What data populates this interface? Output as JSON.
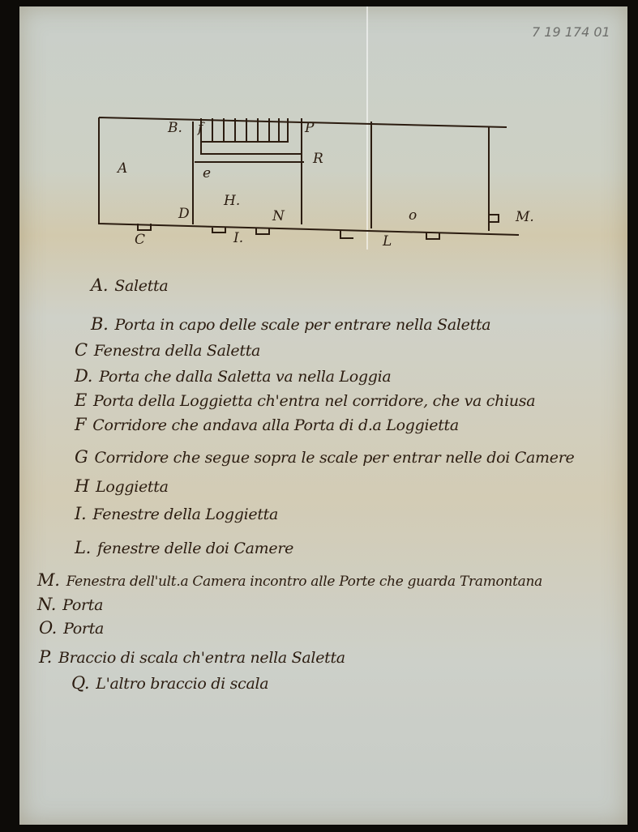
{
  "archive_number": "7 19 174 01",
  "plan_labels": {
    "A": "A",
    "B": "B.",
    "F": "f",
    "P": "P",
    "Q": "R",
    "E": "e",
    "H": "H.",
    "D": "D",
    "N": "N",
    "C": "C",
    "I": "I.",
    "O": "o",
    "L": "L",
    "M": "M."
  },
  "legend": [
    {
      "key": "A.",
      "text": "Saletta"
    },
    {
      "key": "B.",
      "text": "Porta in capo delle scale per entrare nella Saletta"
    },
    {
      "key": "C",
      "text": "Fenestra della Saletta"
    },
    {
      "key": "D.",
      "text": "Porta che dalla Saletta va nella Loggia"
    },
    {
      "key": "E",
      "text": "Porta della Loggietta ch'entra nel corridore, che va chiusa"
    },
    {
      "key": "F",
      "text": "Corridore che andava alla Porta di d.a Loggietta"
    },
    {
      "key": "G",
      "text": "Corridore che segue sopra le scale per entrar nelle doi Camere"
    },
    {
      "key": "H",
      "text": "Loggietta"
    },
    {
      "key": "I.",
      "text": "Fenestre della Loggietta"
    },
    {
      "key": "L.",
      "text": "fenestre delle doi Camere"
    },
    {
      "key": "M.",
      "text": "Fenestra dell'ult.a Camera incontro alle Porte che guarda Tramontana"
    },
    {
      "key": "N.",
      "text": "Porta"
    },
    {
      "key": "O.",
      "text": "Porta"
    },
    {
      "key": "P.",
      "text": "Braccio di scala ch'entra nella Saletta"
    },
    {
      "key": "Q.",
      "text": "L'altro braccio di scala"
    }
  ]
}
